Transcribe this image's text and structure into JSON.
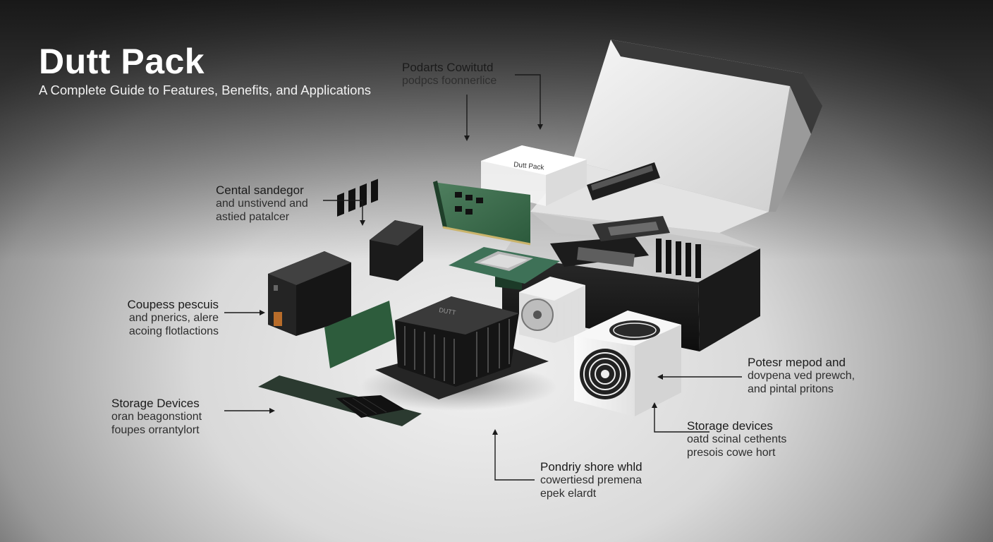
{
  "header": {
    "title": "Dutt Pack",
    "subtitle": "A Complete Guide to Features, Benefits, and Applications"
  },
  "product": {
    "box_label": "Dutt Pack",
    "heatsink_label": "DUTT"
  },
  "callouts": [
    {
      "id": "top",
      "line1": "Podarts Cowitutd",
      "line2": "podpcs foonnerlice",
      "line3": ""
    },
    {
      "id": "central",
      "line1": "Cental sandegor",
      "line2": "and unstivend and",
      "line3": "astied patalcer"
    },
    {
      "id": "coupess",
      "line1": "Coupess pescuis",
      "line2": "and pnerics, alere",
      "line3": "acoing flotlactions"
    },
    {
      "id": "storage-left",
      "line1": "Storage Devices",
      "line2": "oran beagonstiont",
      "line3": "foupes orrantylort"
    },
    {
      "id": "power",
      "line1": "Potesr mepod and",
      "line2": "dovpena ved prewch,",
      "line3": "and pintal pritons"
    },
    {
      "id": "storage-right",
      "line1": "Storage devices",
      "line2": "oatd scinal cethents",
      "line3": "presois cowe hort"
    },
    {
      "id": "bottom",
      "line1": "Pondriy shore whld",
      "line2": "cowertiesd premena",
      "line3": "epek elardt"
    }
  ]
}
